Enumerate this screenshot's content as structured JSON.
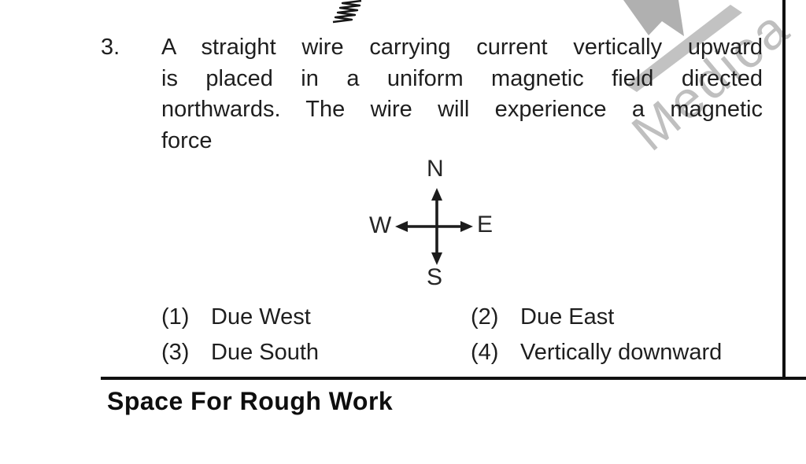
{
  "question": {
    "number": "3.",
    "lines": [
      "A straight wire carrying current vertically upward",
      "is placed in a uniform magnetic field directed",
      "northwards. The wire will experience a magnetic",
      "force"
    ]
  },
  "compass": {
    "north": "N",
    "south": "S",
    "east": "E",
    "west": "W"
  },
  "options": [
    {
      "number": "(1)",
      "label": "Due West"
    },
    {
      "number": "(2)",
      "label": "Due East"
    },
    {
      "number": "(3)",
      "label": "Due South"
    },
    {
      "number": "(4)",
      "label": "Vertically downward"
    }
  ],
  "footer": {
    "rough_work_label": "Space For Rough Work"
  },
  "watermark": {
    "text": "Medica"
  },
  "colors": {
    "text": "#1e1e1e",
    "rule": "#101010",
    "watermark": "#b4b4b4"
  }
}
